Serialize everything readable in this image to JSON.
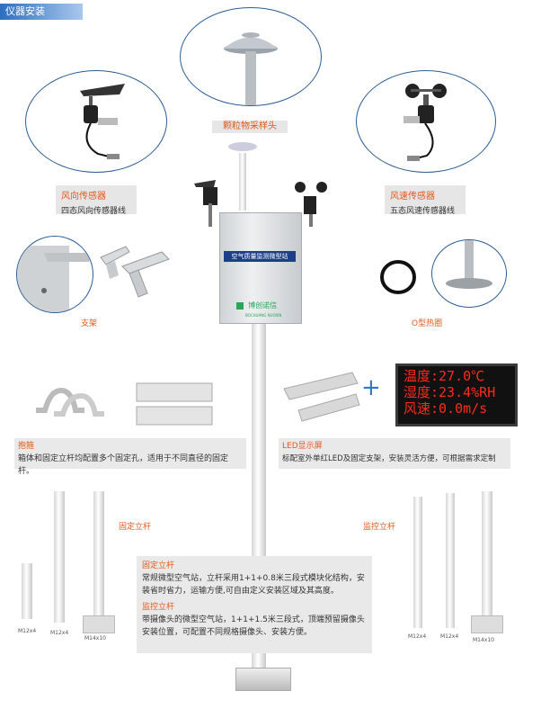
{
  "header": {
    "title": "仪器安装"
  },
  "sampling_head": {
    "label": "颗粒物采样头"
  },
  "wind_direction": {
    "title": "风向传感器",
    "sub": "四态风向传感器线"
  },
  "wind_speed": {
    "title": "风速传感器",
    "sub": "五态风速传感器线"
  },
  "bracket": {
    "label": "支架"
  },
  "o_ring": {
    "label": "O型热圈"
  },
  "cabinet": {
    "title": "空气质量监测微型站",
    "brand": "博创诺信",
    "brand_sub": "BOCHUANG NUOXIN"
  },
  "hoop": {
    "title": "抱箍",
    "desc": "箱体和固定立杆均配置多个固定孔，适用于不同直径的固定杆。"
  },
  "led": {
    "title": "LED显示屏",
    "desc": "标配室外单红LED及固定支架，安装灵活方便，可根据需求定制",
    "lines": [
      "温度:27.0℃",
      "湿度:23.4%RH",
      "风速:0.0m/s"
    ],
    "plus": "+"
  },
  "fixed_pole": {
    "label": "固定立杆",
    "sizes": [
      "M12x4",
      "M12x4",
      "M14x10"
    ]
  },
  "monitor_pole": {
    "label": "监控立杆",
    "sizes": [
      "M12x4",
      "M12x4",
      "M14x10"
    ]
  },
  "info": {
    "fixed_title": "固定立杆",
    "fixed_desc": "常规微型空气站，立杆采用1+1+0.8米三段式模块化结构，安装省时省力，运输方便,可自由定义安装区域及其高度。",
    "monitor_title": "监控立杆",
    "monitor_desc": "带摄像头的微型空气站，1+1+1.5米三段式，顶端预留摄像头安装位置，可配置不同规格摄像头、安装方便。"
  }
}
